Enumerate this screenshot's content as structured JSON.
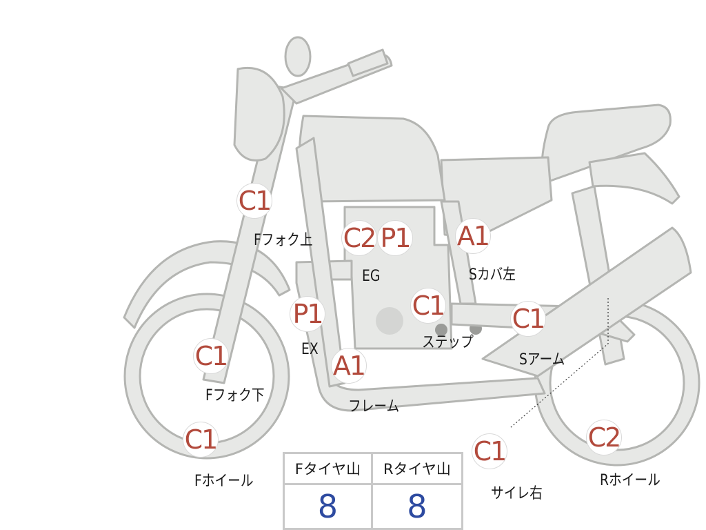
{
  "colors": {
    "part_fill": "#e7e8e6",
    "part_stroke": "#b4b5b2",
    "rank_text": "#b24a3c",
    "tire_value": "#2d4aa0"
  },
  "markers": [
    {
      "id": "f-fork-upper",
      "rank": "C1",
      "label": "Fフォク上"
    },
    {
      "id": "eg-c2",
      "rank": "C2",
      "label": ""
    },
    {
      "id": "eg-p1",
      "rank": "P1",
      "label": "EG"
    },
    {
      "id": "s-cover-left",
      "rank": "A1",
      "label": "Sカバ左"
    },
    {
      "id": "ex",
      "rank": "P1",
      "label": "EX"
    },
    {
      "id": "step",
      "rank": "C1",
      "label": "ステップ"
    },
    {
      "id": "s-arm",
      "rank": "C1",
      "label": "Sアーム"
    },
    {
      "id": "f-fork-lower",
      "rank": "C1",
      "label": "Fフォク下"
    },
    {
      "id": "frame",
      "rank": "A1",
      "label": "フレーム"
    },
    {
      "id": "f-wheel",
      "rank": "C1",
      "label": "Fホイール"
    },
    {
      "id": "silencer-right",
      "rank": "C1",
      "label": "サイレ右"
    },
    {
      "id": "r-wheel",
      "rank": "C2",
      "label": "Rホイール"
    }
  ],
  "tire_table": {
    "headers": [
      "Fタイヤ山",
      "Rタイヤ山"
    ],
    "values": [
      "8",
      "8"
    ]
  }
}
